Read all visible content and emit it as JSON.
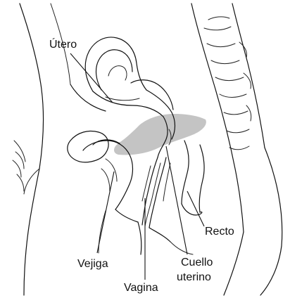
{
  "labels": {
    "uterus": "Útero",
    "rectum": "Recto",
    "bladder": "Vejiga",
    "cervix_line1": "Cuello",
    "cervix_line2": "uterino",
    "vagina": "Vagina"
  },
  "colors": {
    "line": "#111111",
    "shade": "#c4c4c4",
    "background": "#ffffff"
  }
}
